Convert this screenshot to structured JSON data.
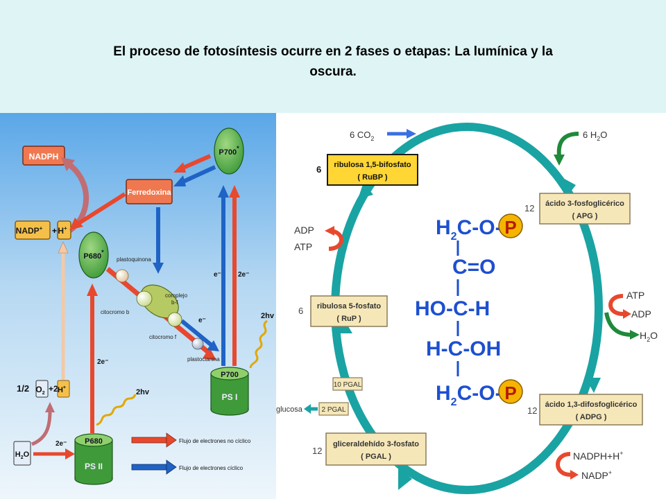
{
  "slide": {
    "title_line1": "El proceso de fotosíntesis ocurre en 2 fases o etapas: La lumínica y la",
    "title_line2": "oscura."
  },
  "light_phase": {
    "nadph": "NADPH",
    "nadp": "NADP",
    "nadp_sup": "+",
    "plus": "+",
    "h": "H",
    "h_sup": "+",
    "ferredoxina": "Ferredoxina",
    "p700_top": "P700",
    "p680_top": "P680",
    "star": "*",
    "plastoquinona": "plastoquinona",
    "complejo_1": "complejo",
    "complejo_2": "b-f",
    "citocromo_b": "citocromo b",
    "citocromo_f": "citocromo f",
    "plastocianina": "plastocianina",
    "e_minus": "e⁻",
    "two_e_minus": "2e⁻",
    "two_hv": "2hv",
    "ps1_top": "P700",
    "ps1_bottom": "PS I",
    "ps2_top": "P680",
    "ps2_bottom": "PS II",
    "water_ox_pre": "1/2",
    "water_ox_o": "O",
    "water_ox_sub": "2",
    "water_ox_plus": "+2",
    "water": "H",
    "water_sub": "2",
    "water_o": "O",
    "legend_noncyclic": "Flujo de electrones no cíclico",
    "legend_cyclic": "Flujo de electrones cíclico",
    "colors": {
      "red_arrow": "#e8482e",
      "blue_arrow": "#1f63c4",
      "orange_box": "#f07850",
      "green_ps": "#3f9a3a"
    }
  },
  "dark_phase": {
    "co2_in": "6 CO",
    "co2_sub": "2",
    "h2o_in": "6 H",
    "h2o_sub": "2",
    "h2o_o": "O",
    "rubp_n": "6",
    "rubp_name": "ribulosa 1,5-bifosfato",
    "rubp_abbr": "( RuBP )",
    "apg_n": "12",
    "apg_name": "ácido 3-fosfoglicérico",
    "apg_abbr": "( APG )",
    "atp_1": "ATP",
    "adp_1": "ADP",
    "h2o_out": "H",
    "h2o_out_sub": "2",
    "h2o_out_o": "O",
    "adpg_n": "12",
    "adpg_name": "ácido 1,3-difosfoglicérico",
    "adpg_abbr": "( ADPG )",
    "nadph_h": "NADPH+H",
    "nadph_sup": "+",
    "nadp_out": "NADP",
    "nadp_out_sup": "+",
    "pgal_n": "12",
    "pgal_name": "gliceraldehído 3-fosfato",
    "pgal_abbr": "( PGAL )",
    "ten_pgal": "10 PGAL",
    "two_pgal": "2 PGAL",
    "glucosa": "glucosa",
    "rup_n": "6",
    "rup_name": "ribulosa 5-fosfato",
    "rup_abbr": "( RuP )",
    "adp_left": "ADP",
    "atp_left": "ATP",
    "molecule": {
      "r1_a": "H",
      "r1_sub": "2",
      "r1_b": "C-O-",
      "r2": "C=O",
      "r3": "HO-C-H",
      "r4": "H-C-OH",
      "r5_a": "H",
      "r5_sub": "2",
      "r5_b": "C-O-",
      "p": "P"
    },
    "colors": {
      "cycle": "#1aa3a3",
      "box": "#f6e7b8",
      "rubp_box": "#ffd633",
      "molecule": "#1d4fd0",
      "phosphate": "#f5b400"
    }
  }
}
